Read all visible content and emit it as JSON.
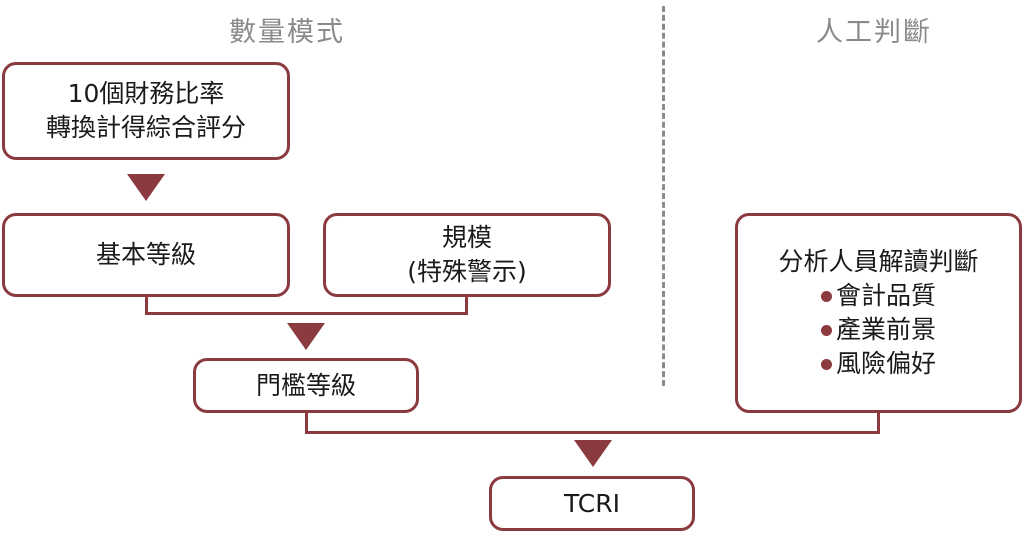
{
  "headings": {
    "left": "數量模式",
    "right": "人工判斷"
  },
  "boxes": {
    "ratios": {
      "line1": "10個財務比率",
      "line2": "轉換計得綜合評分"
    },
    "basic": "基本等級",
    "scale": {
      "line1": "規模",
      "line2": "(特殊警示)"
    },
    "threshold": "門檻等級",
    "analyst": {
      "title": "分析人員解讀判斷",
      "items": [
        "會計品質",
        "產業前景",
        "風險偏好"
      ]
    },
    "final": "TCRI"
  },
  "colors": {
    "accent": "#8b3a3f",
    "heading": "#8a8a8a"
  }
}
